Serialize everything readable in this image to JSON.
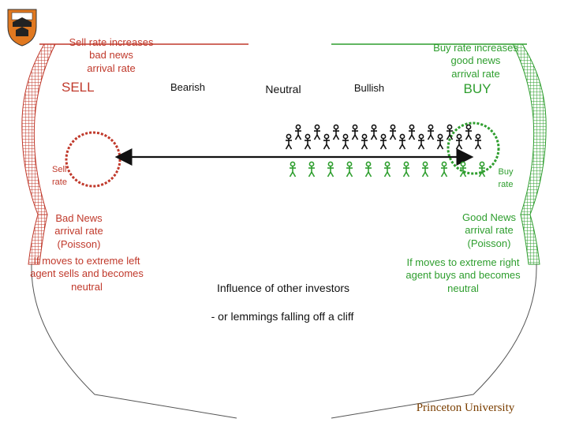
{
  "left": {
    "sell_rate_increases": [
      "Sell rate increases",
      "bad news",
      "arrival rate"
    ],
    "sell_title": "SELL",
    "sell_rate_circle": [
      "Sell",
      "rate"
    ],
    "bad_news": [
      "Bad News",
      "arrival rate",
      "(Poisson)"
    ],
    "extreme_left": [
      "If moves to extreme left",
      "agent sells and becomes",
      "neutral"
    ]
  },
  "right": {
    "buy_rate_increases": [
      "Buy rate increases",
      "good news",
      "arrival rate"
    ],
    "buy_title": "BUY",
    "buy_rate_circle": [
      "Buy",
      "rate"
    ],
    "good_news": [
      "Good News",
      "arrival rate",
      "(Poisson)"
    ],
    "extreme_right": [
      "If moves to extreme right",
      "agent buys and becomes",
      "neutral"
    ]
  },
  "scale": {
    "bearish": "Bearish",
    "neutral": "Neutral",
    "bullish": "Bullish"
  },
  "influence": "Influence of other investors",
  "lemmings": "- or lemmings falling off a cliff",
  "footer": "Princeton University",
  "colors": {
    "red": "#c0392b",
    "green": "#2e9e2e",
    "black": "#111111",
    "shield_orange": "#e07820"
  },
  "icons": [
    "princeton-shield-icon",
    "stick-figure-icon"
  ]
}
